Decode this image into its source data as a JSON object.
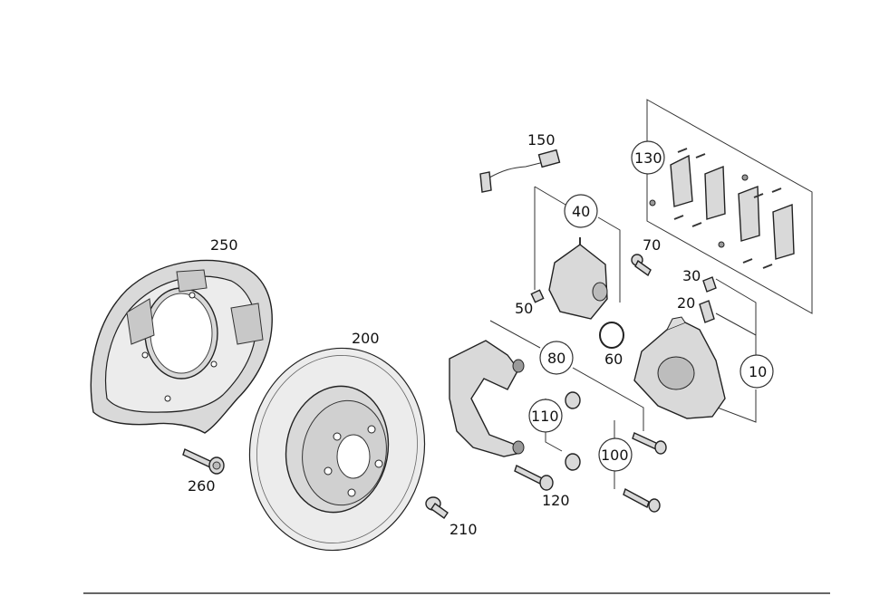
{
  "callouts": {
    "c250": "250",
    "c200": "200",
    "c260": "260",
    "c210": "210",
    "c150": "150",
    "c130": "130",
    "c40": "40",
    "c70": "70",
    "c30": "30",
    "c50": "50",
    "c20": "20",
    "c60": "60",
    "c80": "80",
    "c10": "10",
    "c110": "110",
    "c100": "100",
    "c120": "120"
  }
}
